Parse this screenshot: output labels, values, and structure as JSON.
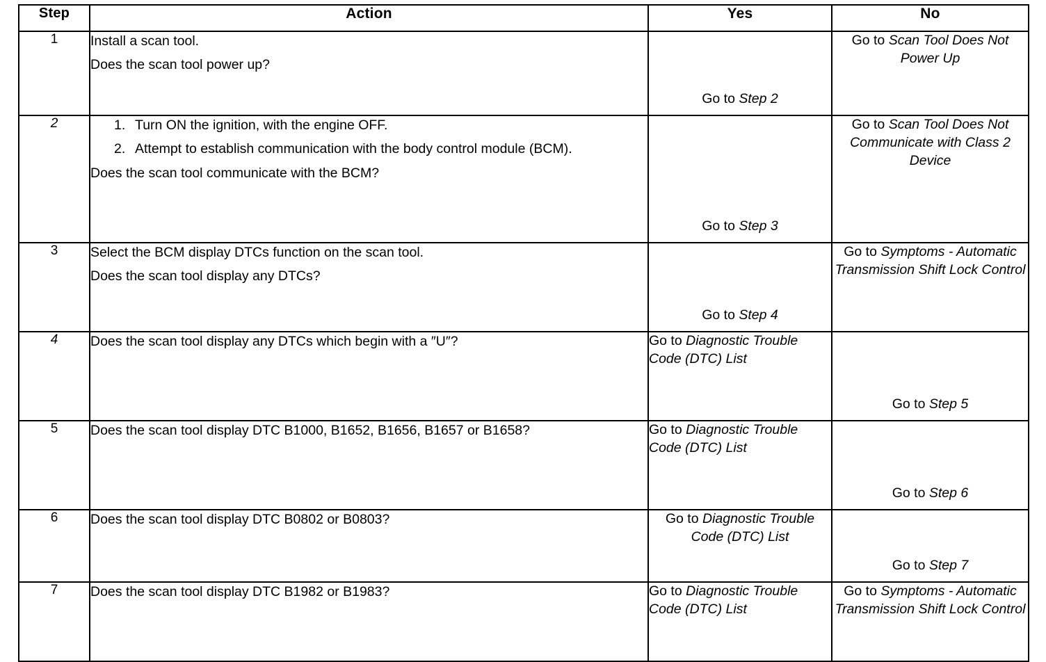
{
  "table": {
    "headers": {
      "step": "Step",
      "action": "Action",
      "yes": "Yes",
      "no": "No"
    },
    "rows": [
      {
        "step": "1",
        "action": {
          "lines": [
            "Install a scan tool.",
            "Does the scan tool power up?"
          ]
        },
        "yes": {
          "prefix": "Go to ",
          "dest": "Step 2"
        },
        "no": {
          "prefix": "Go to ",
          "dest": "Scan Tool Does Not Power Up"
        }
      },
      {
        "step": "2",
        "action": {
          "substeps": [
            "Turn ON the ignition, with the engine OFF.",
            "Attempt to establish communication with the body control module (BCM)."
          ],
          "tail": "Does the scan tool communicate with the BCM?"
        },
        "yes": {
          "prefix": "Go to ",
          "dest": "Step 3"
        },
        "no": {
          "prefix": "Go to ",
          "dest": "Scan Tool Does Not Communicate with Class 2 Device"
        }
      },
      {
        "step": "3",
        "action": {
          "lines": [
            "Select the BCM display DTCs function on the scan tool.",
            "Does the scan tool display any DTCs?"
          ]
        },
        "yes": {
          "prefix": "Go to ",
          "dest": "Step 4"
        },
        "no": {
          "prefix": "Go to ",
          "dest": "Symptoms - Automatic Transmission Shift Lock Control"
        }
      },
      {
        "step": "4",
        "action": {
          "lines": [
            "Does the scan tool display any DTCs which begin with a ″U″?"
          ]
        },
        "yes": {
          "prefix": "Go to ",
          "dest": "Diagnostic Trouble Code (DTC) List"
        },
        "no": {
          "prefix": "Go to ",
          "dest": "Step 5"
        }
      },
      {
        "step": "5",
        "action": {
          "lines": [
            "Does the scan tool display DTC B1000, B1652, B1656, B1657 or B1658?"
          ]
        },
        "yes": {
          "prefix": "Go to ",
          "dest": "Diagnostic Trouble Code (DTC) List"
        },
        "no": {
          "prefix": "Go to ",
          "dest": "Step 6"
        }
      },
      {
        "step": "6",
        "action": {
          "lines": [
            "Does the scan tool display DTC B0802 or B0803?"
          ]
        },
        "yes": {
          "prefix": "Go to ",
          "dest": "Diagnostic Trouble Code (DTC) List"
        },
        "no": {
          "prefix": "Go to ",
          "dest": "Step 7"
        }
      },
      {
        "step": "7",
        "action": {
          "lines": [
            "Does the scan tool display DTC B1982 or B1983?"
          ]
        },
        "yes": {
          "prefix": "Go to ",
          "dest": "Diagnostic Trouble Code (DTC) List"
        },
        "no": {
          "prefix": "Go to ",
          "dest": "Symptoms - Automatic Transmission Shift Lock Control"
        }
      }
    ]
  }
}
